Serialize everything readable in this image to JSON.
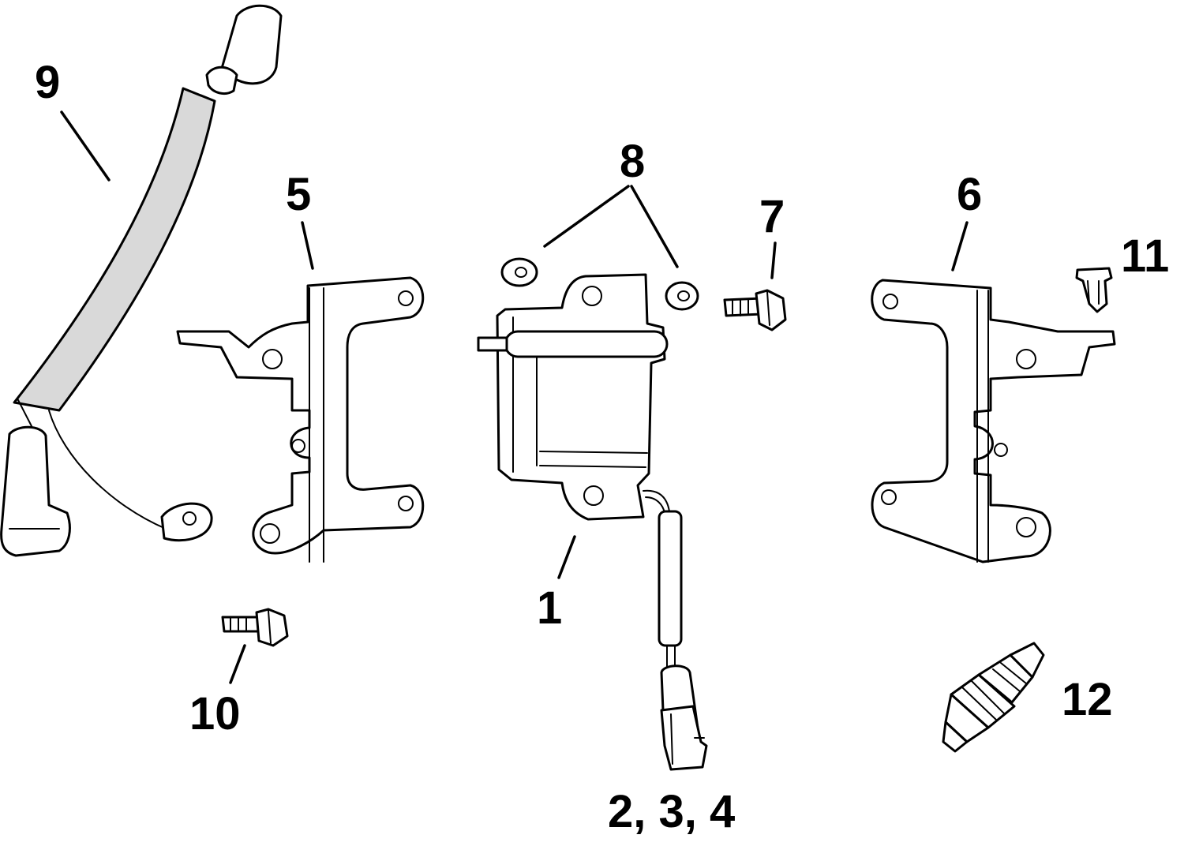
{
  "callouts": {
    "c1": "1",
    "c234": "2, 3, 4",
    "c5": "5",
    "c6": "6",
    "c7": "7",
    "c8": "8",
    "c9": "9",
    "c10": "10",
    "c11": "11",
    "c12": "12"
  },
  "colors": {
    "line": "#000000",
    "background": "#ffffff",
    "sleeve": "#d9d9d9"
  }
}
